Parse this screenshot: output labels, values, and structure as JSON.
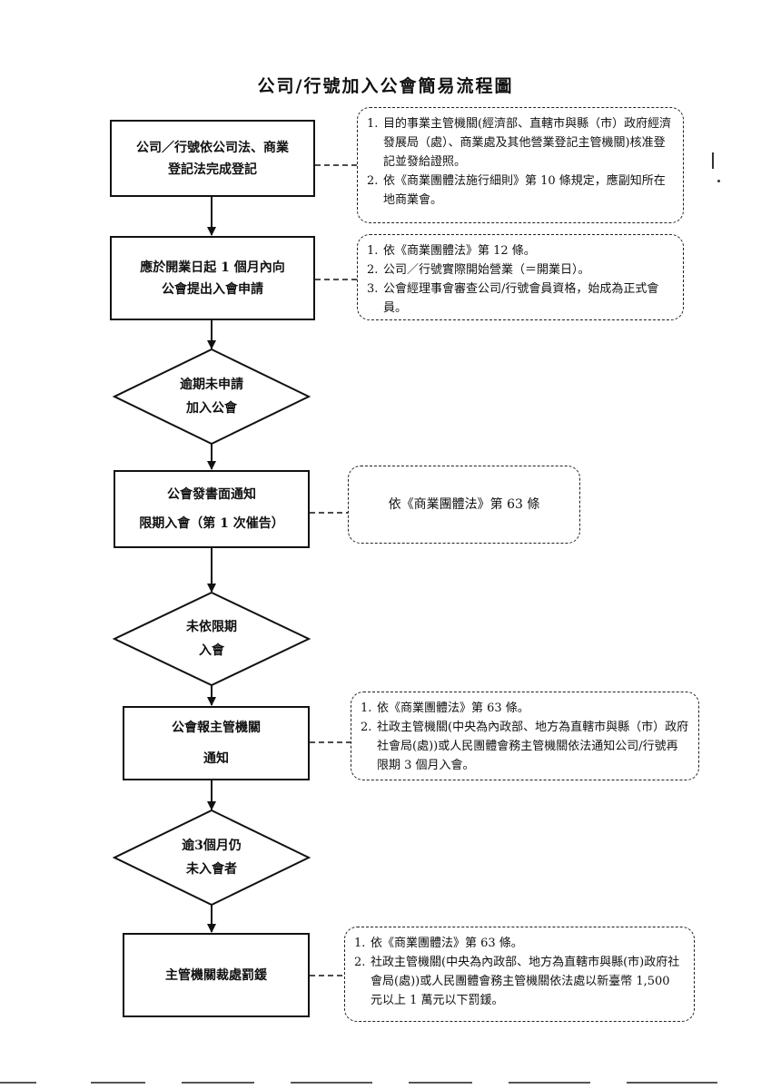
{
  "title": "公司/行號加入公會簡易流程圖",
  "flow": {
    "step1": [
      "公司／行號依公司法、商業",
      "登記法完成登記"
    ],
    "step2": [
      "應於開業日起 1 個月內向",
      "公會提出入會申請"
    ],
    "decision1": [
      "逾期未申請",
      "加入公會"
    ],
    "step3": [
      "公會發書面通知",
      "限期入會（第 1 次催告）"
    ],
    "decision2": [
      "未依限期",
      "入會"
    ],
    "step4": [
      "公會報主管機關",
      "通知"
    ],
    "decision3": [
      "逾3個月仍",
      "未入會者"
    ],
    "step5": [
      "主管機關裁處罰鍰"
    ]
  },
  "notes": {
    "note1": [
      {
        "num": "1.",
        "text": "目的事業主管機關(經濟部、直轄市與縣（市）政府經濟發展局（處）、商業處及其他營業登記主管機關)核准登記並發給證照。"
      },
      {
        "num": "2.",
        "text": "依《商業團體法施行細則》第 10 條規定，應副知所在地商業會。"
      }
    ],
    "note2": [
      {
        "num": "1.",
        "text": "依《商業團體法》第 12 條。"
      },
      {
        "num": "2.",
        "text": "公司／行號實際開始營業（＝開業日）。"
      },
      {
        "num": "3.",
        "text": "公會經理事會審查公司/行號會員資格，始成為正式會員。"
      }
    ],
    "note3": "依《商業團體法》第 63 條",
    "note4": [
      {
        "num": "1.",
        "text": "依《商業團體法》第 63 條。"
      },
      {
        "num": "2.",
        "text": "社政主管機關(中央為內政部、地方為直轄市與縣（市）政府社會局(處))或人民團體會務主管機關依法通知公司/行號再限期 3 個月入會。"
      }
    ],
    "note5": [
      {
        "num": "1.",
        "text": "依《商業團體法》第 63 條。"
      },
      {
        "num": "2.",
        "text": "社政主管機關(中央為內政部、地方為直轄市與縣(市)政府社會局(處))或人民團體會務主管機關依法處以新臺幣 1,500 元以上 1 萬元以下罰鍰。"
      }
    ]
  }
}
